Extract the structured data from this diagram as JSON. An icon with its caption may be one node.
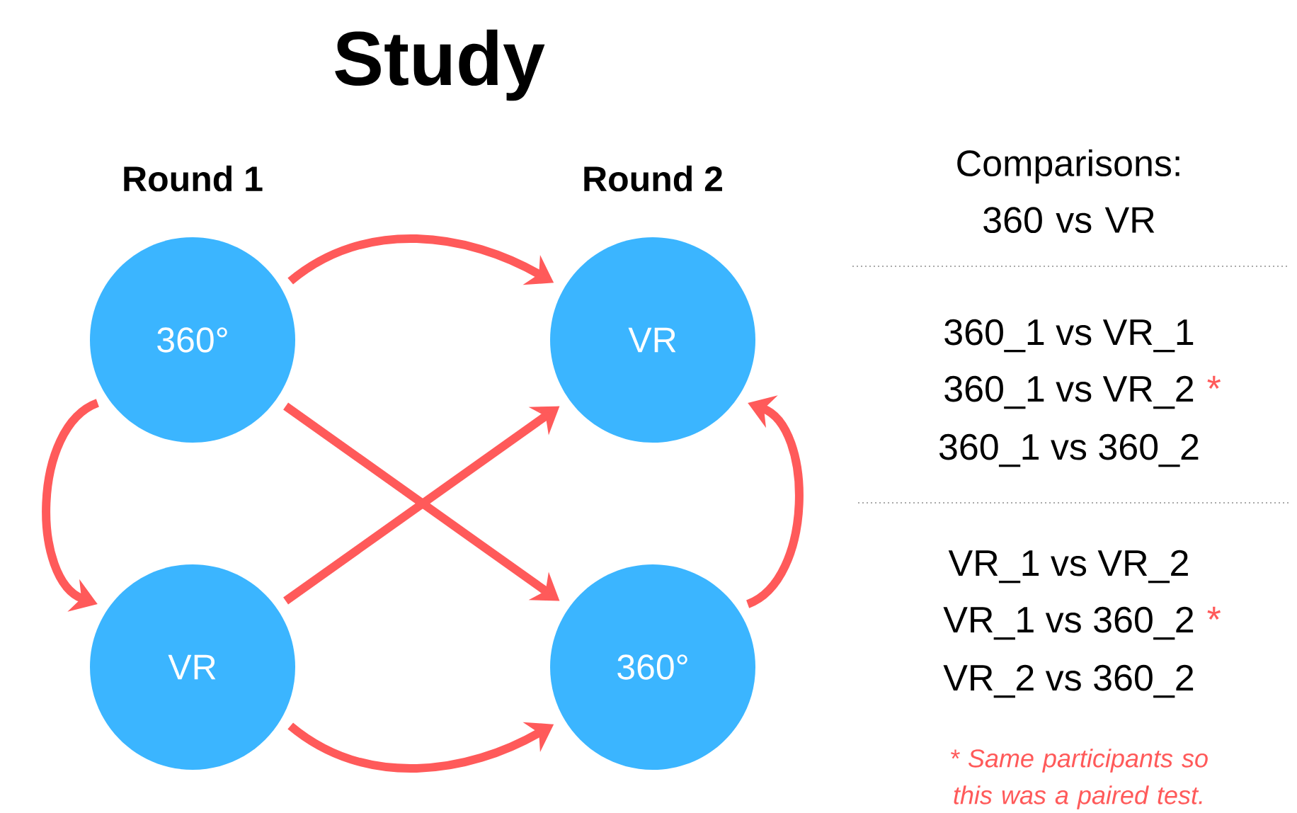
{
  "diagram": {
    "title": "Study",
    "nodes": [
      {
        "text": [
          "360°"
        ]
      },
      {
        "text": [
          "VR"
        ]
      },
      {
        "text": [
          "VR"
        ]
      },
      {
        "text": [
          "360°"
        ]
      }
    ],
    "edges": [
      {
        "from": 0,
        "to": 1,
        "arrow": "to"
      },
      {
        "from": 0,
        "to": 3,
        "arrow": "to"
      },
      {
        "from": 2,
        "to": 1,
        "arrow": "to"
      },
      {
        "from": 2,
        "to": 3,
        "arrow": "to"
      },
      {
        "from": 0,
        "to": 2,
        "arrow": "to"
      },
      {
        "from": 3,
        "to": 1,
        "arrow": "to"
      }
    ],
    "labels": [
      "Round 1",
      "Round 2",
      "Comparisons: 360 vs VR",
      "360_1 vs VR_1",
      "360_1 vs VR_2",
      "*",
      "360_1 vs 360_2",
      "VR_1 vs VR_2",
      "VR_1 vs 360_2",
      "*",
      "VR_2 vs 360_2",
      "* Same participants so this was a paired test."
    ]
  }
}
